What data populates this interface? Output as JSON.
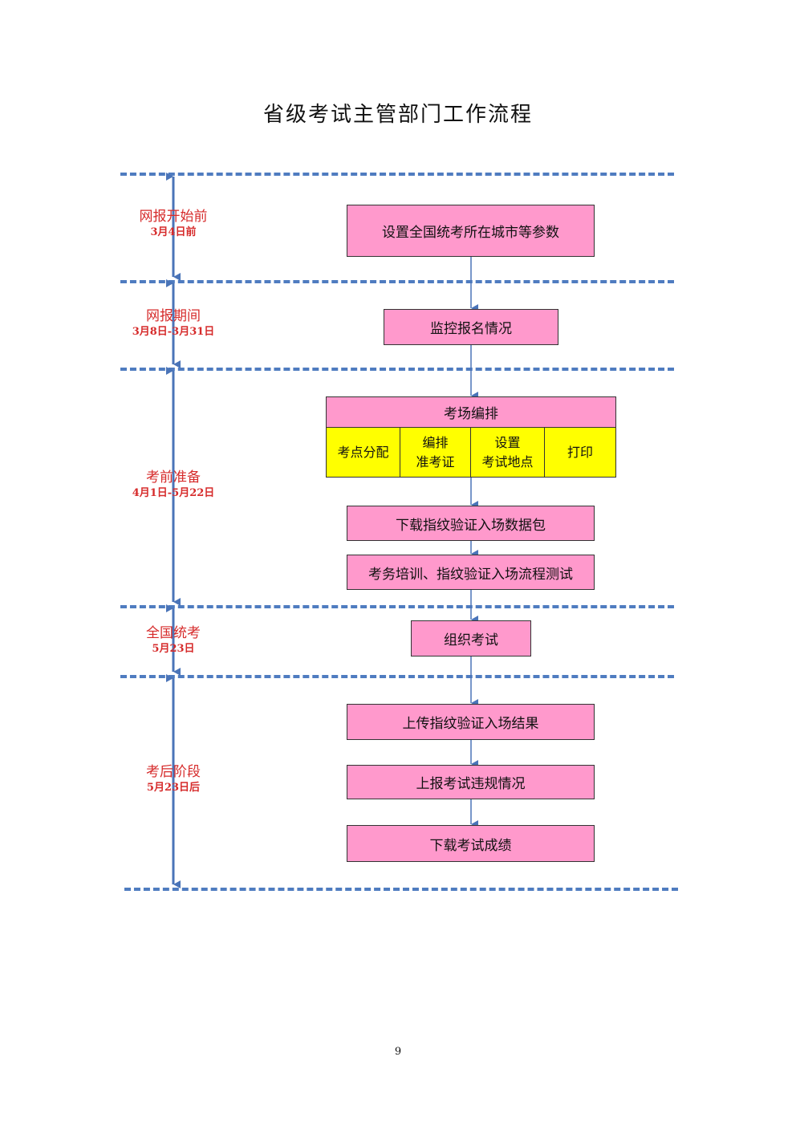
{
  "title": "省级考试主管部门工作流程",
  "phases": [
    {
      "name": "网报开始前",
      "date": "3月4日前"
    },
    {
      "name": "网报期间",
      "date": "3月8日-3月31日"
    },
    {
      "name": "考前准备",
      "date": "4月1日-5月22日"
    },
    {
      "name": "全国统考",
      "date": "5月23日"
    },
    {
      "name": "考后阶段",
      "date": "5月23日后"
    }
  ],
  "steps": {
    "set_params": "设置全国统考所在城市等参数",
    "monitor": "监控报名情况",
    "arrange_header": "考场编排",
    "arrange_cells": [
      "考点分配",
      "编排\n准考证",
      "设置\n考试地点",
      "打印"
    ],
    "download_packet": "下载指纹验证入场数据包",
    "training": "考务培训、指纹验证入场流程测试",
    "organize": "组织考试",
    "upload": "上传指纹验证入场结果",
    "report": "上报考试违规情况",
    "download_scores": "下载考试成绩"
  },
  "page_number": "9",
  "colors": {
    "box_fill": "#ff99cc",
    "cell_fill": "#ffff00",
    "phase_text": "#d62b2b",
    "line": "#4f7cc0",
    "arrow": "#4a74b8"
  }
}
